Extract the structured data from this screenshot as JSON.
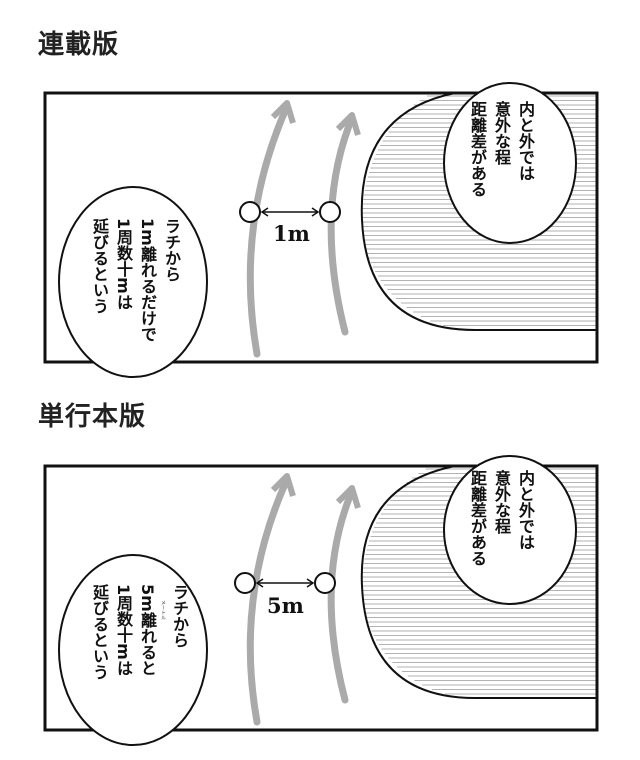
{
  "sections": [
    {
      "title": "連載版",
      "distance_label": "1m",
      "bubble_right": [
        "内と外では",
        "意外な程",
        "距離差がある"
      ],
      "bubble_left": [
        "ラチから",
        "1m離れるだけで",
        "1周数十mは",
        "延びるという"
      ]
    },
    {
      "title": "単行本版",
      "distance_label": "5m",
      "ruby": "メートル",
      "bubble_right": [
        "内と外では",
        "意外な程",
        "距離差がある"
      ],
      "bubble_left": [
        "ラチから",
        "5m離れると",
        "1周数十mは",
        "延びるという"
      ]
    }
  ]
}
